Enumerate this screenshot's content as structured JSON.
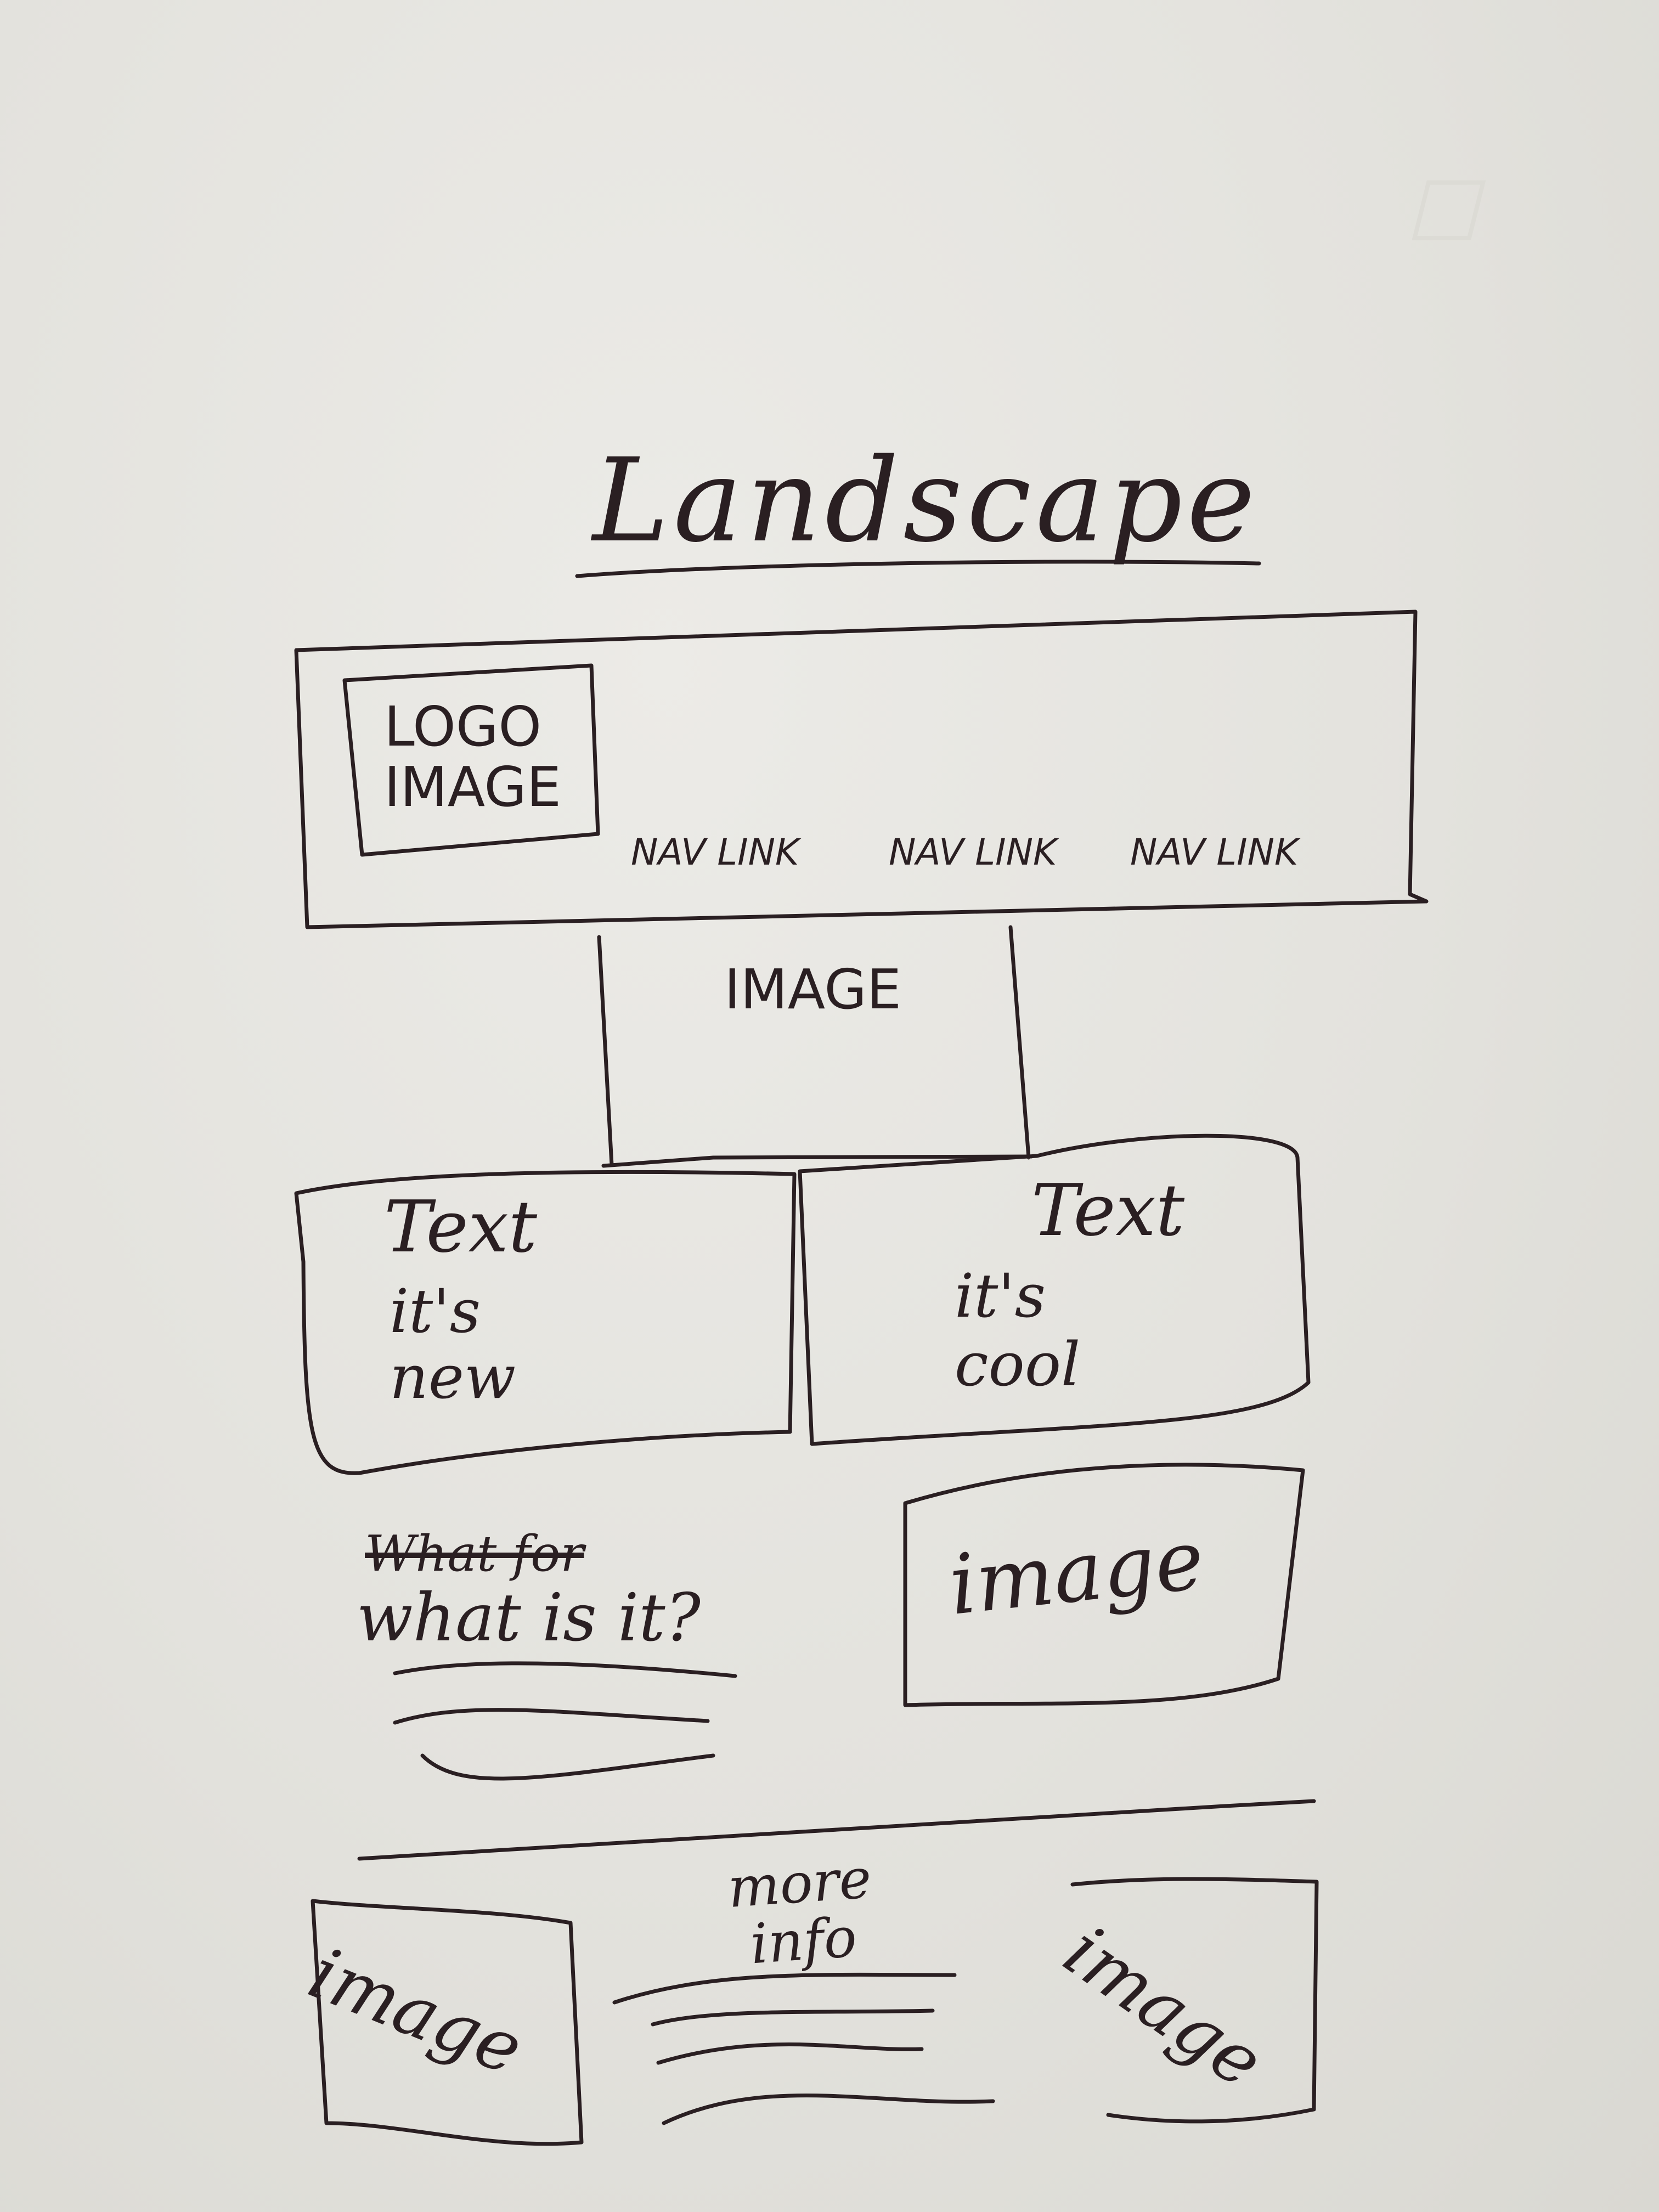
{
  "title": "Landscape",
  "header": {
    "logo_label": "LOGO\nIMAGE",
    "nav_links": [
      "NAV LINK",
      "NAV LINK",
      "NAV LINK"
    ]
  },
  "hero": {
    "label": "IMAGE"
  },
  "cards": [
    {
      "heading": "Text",
      "body": "it's\nnew"
    },
    {
      "heading": "Text",
      "body": "it's\ncool"
    }
  ],
  "feature": {
    "crossed_out": "What for",
    "heading": "what is it?",
    "image_label": "image"
  },
  "footer": {
    "left_image_label": "image",
    "info_label": "more\ninfo",
    "right_image_label": "image"
  },
  "colors": {
    "paper": "#e7e6e1",
    "ink": "#2a1f22"
  }
}
